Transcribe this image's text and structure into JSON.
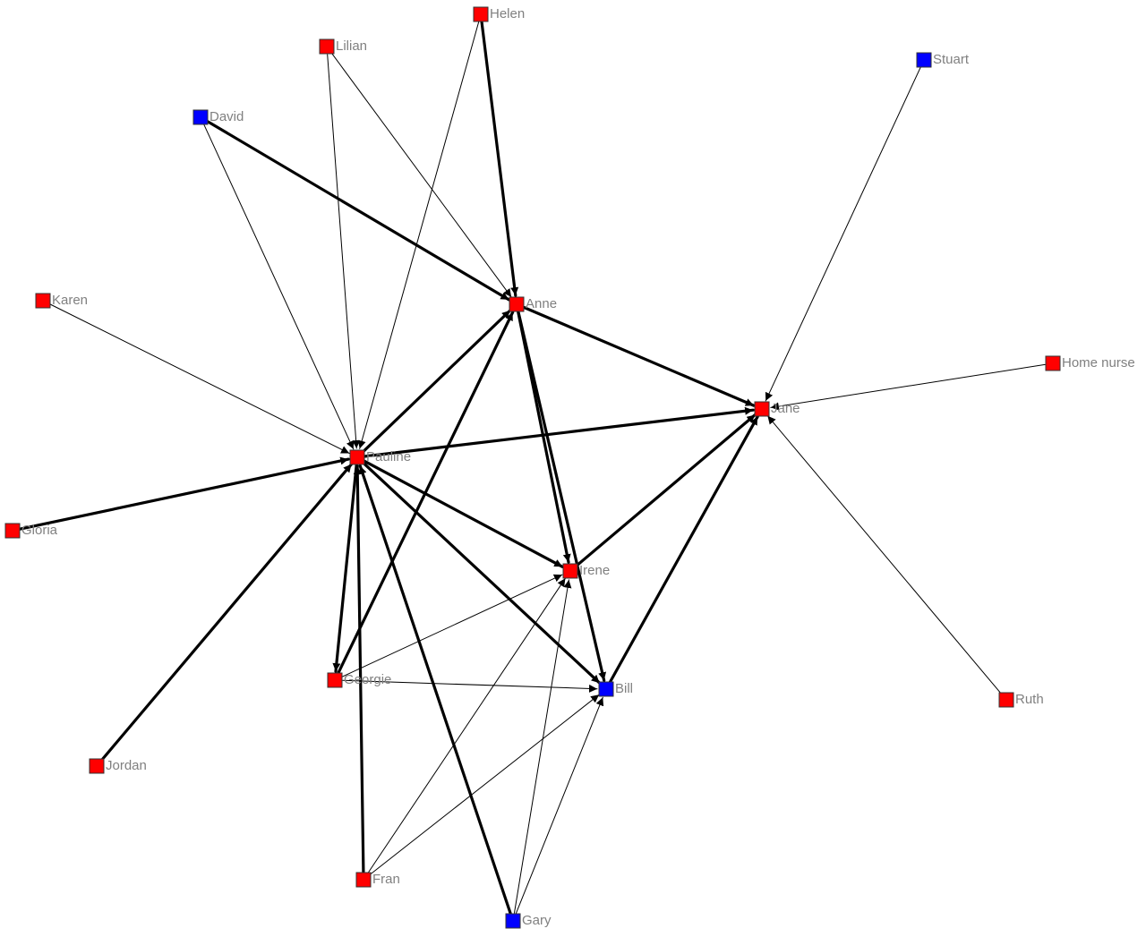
{
  "colors": {
    "female": "#ff0000",
    "male": "#0000ff",
    "edge": "#000000",
    "label": "#808080",
    "node_border": "#333333"
  },
  "nodes": [
    {
      "id": "helen",
      "label": "Helen",
      "group": "female"
    },
    {
      "id": "lilian",
      "label": "Lilian",
      "group": "female"
    },
    {
      "id": "david",
      "label": "David",
      "group": "male"
    },
    {
      "id": "stuart",
      "label": "Stuart",
      "group": "male"
    },
    {
      "id": "karen",
      "label": "Karen",
      "group": "female"
    },
    {
      "id": "anne",
      "label": "Anne",
      "group": "female"
    },
    {
      "id": "home_nurse",
      "label": "Home nurse",
      "group": "female"
    },
    {
      "id": "jane",
      "label": "Jane",
      "group": "female"
    },
    {
      "id": "pauline",
      "label": "Pauline",
      "group": "female"
    },
    {
      "id": "gloria",
      "label": "Gloria",
      "group": "female"
    },
    {
      "id": "irene",
      "label": "Irene",
      "group": "female"
    },
    {
      "id": "georgie",
      "label": "Georgie",
      "group": "female"
    },
    {
      "id": "bill",
      "label": "Bill",
      "group": "male"
    },
    {
      "id": "ruth",
      "label": "Ruth",
      "group": "female"
    },
    {
      "id": "jordan",
      "label": "Jordan",
      "group": "female"
    },
    {
      "id": "fran",
      "label": "Fran",
      "group": "female"
    },
    {
      "id": "gary",
      "label": "Gary",
      "group": "male"
    }
  ],
  "edges": [
    {
      "from": "helen",
      "to": "anne",
      "weight": 2
    },
    {
      "from": "helen",
      "to": "pauline",
      "weight": 1
    },
    {
      "from": "lilian",
      "to": "anne",
      "weight": 1
    },
    {
      "from": "lilian",
      "to": "pauline",
      "weight": 1
    },
    {
      "from": "david",
      "to": "anne",
      "weight": 2
    },
    {
      "from": "david",
      "to": "pauline",
      "weight": 1
    },
    {
      "from": "stuart",
      "to": "jane",
      "weight": 1
    },
    {
      "from": "karen",
      "to": "pauline",
      "weight": 1
    },
    {
      "from": "home_nurse",
      "to": "jane",
      "weight": 1
    },
    {
      "from": "ruth",
      "to": "jane",
      "weight": 1
    },
    {
      "from": "anne",
      "to": "jane",
      "weight": 2
    },
    {
      "from": "pauline",
      "to": "anne",
      "weight": 2
    },
    {
      "from": "pauline",
      "to": "jane",
      "weight": 2
    },
    {
      "from": "gloria",
      "to": "pauline",
      "weight": 2
    },
    {
      "from": "jordan",
      "to": "pauline",
      "weight": 2
    },
    {
      "from": "pauline",
      "to": "irene",
      "weight": 2
    },
    {
      "from": "pauline",
      "to": "bill",
      "weight": 2
    },
    {
      "from": "pauline",
      "to": "georgie",
      "weight": 2
    },
    {
      "from": "fran",
      "to": "pauline",
      "weight": 2
    },
    {
      "from": "gary",
      "to": "pauline",
      "weight": 2
    },
    {
      "from": "georgie",
      "to": "anne",
      "weight": 2
    },
    {
      "from": "anne",
      "to": "irene",
      "weight": 2
    },
    {
      "from": "anne",
      "to": "bill",
      "weight": 2
    },
    {
      "from": "irene",
      "to": "jane",
      "weight": 2
    },
    {
      "from": "bill",
      "to": "jane",
      "weight": 2
    },
    {
      "from": "georgie",
      "to": "irene",
      "weight": 1
    },
    {
      "from": "georgie",
      "to": "bill",
      "weight": 1
    },
    {
      "from": "fran",
      "to": "irene",
      "weight": 1
    },
    {
      "from": "fran",
      "to": "bill",
      "weight": 1
    },
    {
      "from": "gary",
      "to": "irene",
      "weight": 1
    },
    {
      "from": "gary",
      "to": "bill",
      "weight": 1
    }
  ]
}
